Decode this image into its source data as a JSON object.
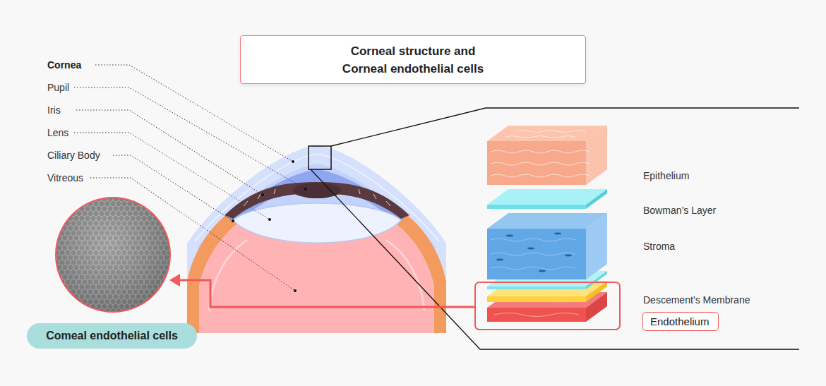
{
  "diagram": {
    "title": "Corneal structure and Corneal endothelial cells",
    "nodes": [
      {
        "text": [
          "Endothelium"
        ]
      },
      {
        "text": [
          "Comeal endothelial cells"
        ]
      }
    ],
    "labels": [
      "Cornea",
      "Pupil",
      "Iris",
      "Lens",
      "Ciliary Body",
      "Vitreous",
      "Epithelium",
      "Bowman’s Layer",
      "Stroma",
      "Descement’s Membrane"
    ]
  }
}
